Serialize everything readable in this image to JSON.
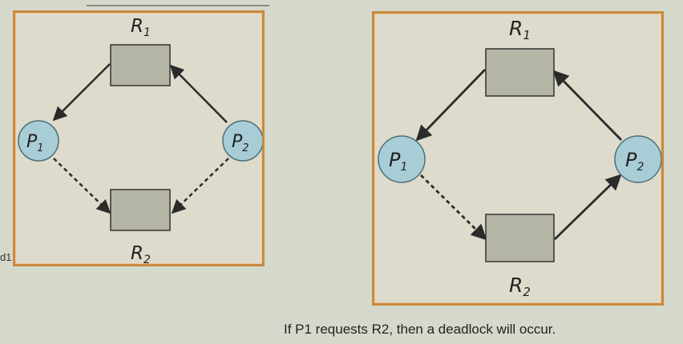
{
  "left_graph": {
    "resource_top": {
      "name": "R",
      "sub": "1"
    },
    "resource_bottom": {
      "name": "R",
      "sub": "2"
    },
    "process_left": {
      "name": "P",
      "sub": "1"
    },
    "process_right": {
      "name": "P",
      "sub": "2"
    }
  },
  "right_graph": {
    "resource_top": {
      "name": "R",
      "sub": "1"
    },
    "resource_bottom": {
      "name": "R",
      "sub": "2"
    },
    "process_left": {
      "name": "P",
      "sub": "1"
    },
    "process_right": {
      "name": "P",
      "sub": "2"
    }
  },
  "caption": "If P1 requests R2, then a deadlock will occur.",
  "side_mark": "d1",
  "colors": {
    "background": "#d5d9cb",
    "panel_fill": "#dedbcc",
    "panel_border": "#c98a3c",
    "resource_fill": "#b5b5a5",
    "process_fill": "#a9cdd6",
    "edge": "#2b2b2b"
  }
}
